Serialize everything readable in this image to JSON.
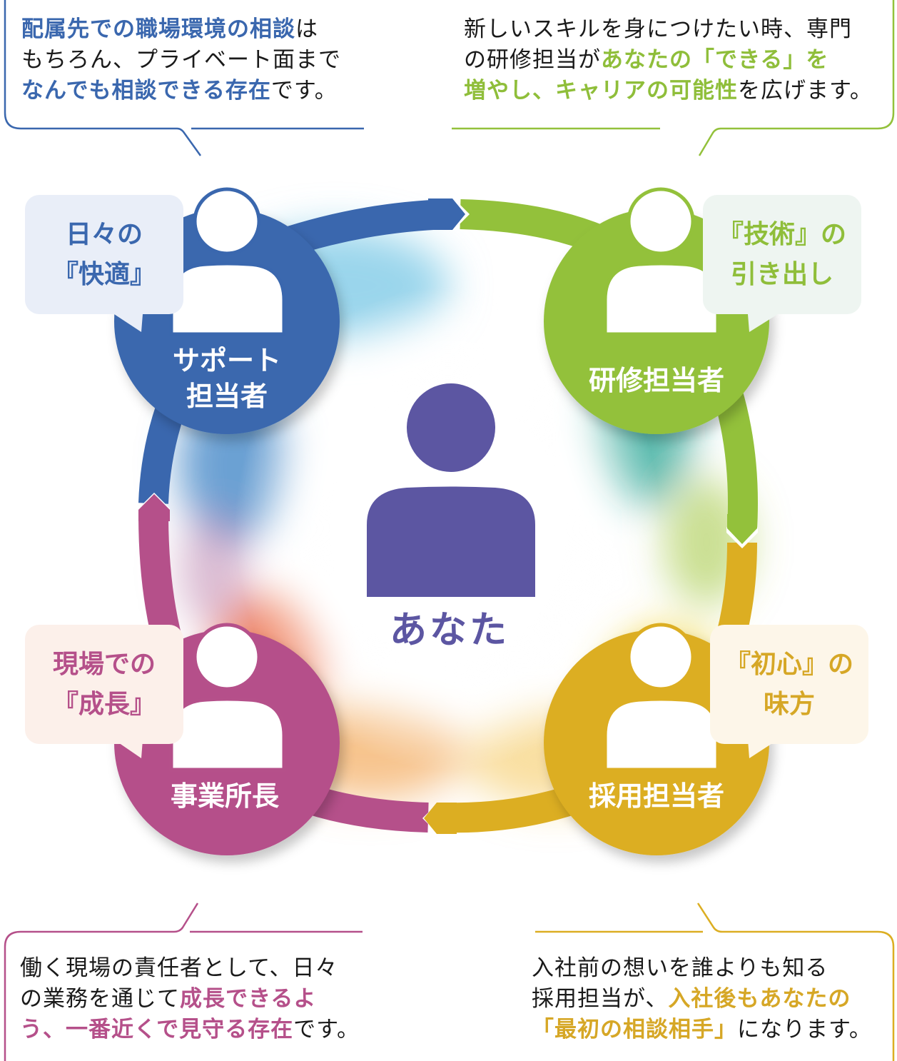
{
  "colors": {
    "blue": "#3a67ae",
    "green": "#93c13b",
    "magenta": "#b5508a",
    "gold": "#dcae22",
    "center": "#5c56a2",
    "text": "#1a1a1a"
  },
  "center": {
    "label": "あなた",
    "icon": "person-icon"
  },
  "roles": [
    {
      "id": "support",
      "label_line1": "サポート",
      "label_line2": "担当者",
      "tag_line1": "日々の",
      "tag_line2": "『快適』",
      "color": "#3a67ae"
    },
    {
      "id": "training",
      "label_line1": "研修担当者",
      "tag_line1": "『技術』の",
      "tag_line2": "引き出し",
      "color": "#93c13b"
    },
    {
      "id": "recruiting",
      "label_line1": "採用担当者",
      "tag_line1": "『初心』の",
      "tag_line2": "味方",
      "color": "#dcae22"
    },
    {
      "id": "site-manager",
      "label_line1": "事業所長",
      "tag_line1": "現場での",
      "tag_line2": "『成長』",
      "color": "#b5508a"
    }
  ],
  "callouts": {
    "top_left": {
      "lines": [
        [
          {
            "t": "配属先での職場環境の相談",
            "hl": true
          },
          {
            "t": "は",
            "hl": false
          }
        ],
        [
          {
            "t": "もちろん、プライベート面まで",
            "hl": false
          }
        ],
        [
          {
            "t": "なんでも相談できる存在",
            "hl": true
          },
          {
            "t": "です。",
            "hl": false
          }
        ]
      ]
    },
    "top_right": {
      "lines": [
        [
          {
            "t": "新しいスキルを身につけたい時、専門",
            "hl": false
          }
        ],
        [
          {
            "t": "の研修担当が",
            "hl": false
          },
          {
            "t": "あなたの「できる」を",
            "hl": true
          }
        ],
        [
          {
            "t": "増やし、キャリアの可能性",
            "hl": true
          },
          {
            "t": "を広げます。",
            "hl": false
          }
        ]
      ]
    },
    "bottom_left": {
      "lines": [
        [
          {
            "t": "働く現場の責任者として、日々",
            "hl": false
          }
        ],
        [
          {
            "t": "の業務を通じて",
            "hl": false
          },
          {
            "t": "成長できるよ",
            "hl": true
          }
        ],
        [
          {
            "t": "う、一番近くで見守る存在",
            "hl": true
          },
          {
            "t": "です。",
            "hl": false
          }
        ]
      ]
    },
    "bottom_right": {
      "lines": [
        [
          {
            "t": "入社前の想いを誰よりも知る",
            "hl": false
          }
        ],
        [
          {
            "t": "採用担当が、",
            "hl": false
          },
          {
            "t": "入社後もあなたの",
            "hl": true
          }
        ],
        [
          {
            "t": "「最初の相談相手」",
            "hl": true
          },
          {
            "t": "になります。",
            "hl": false
          }
        ]
      ]
    }
  }
}
